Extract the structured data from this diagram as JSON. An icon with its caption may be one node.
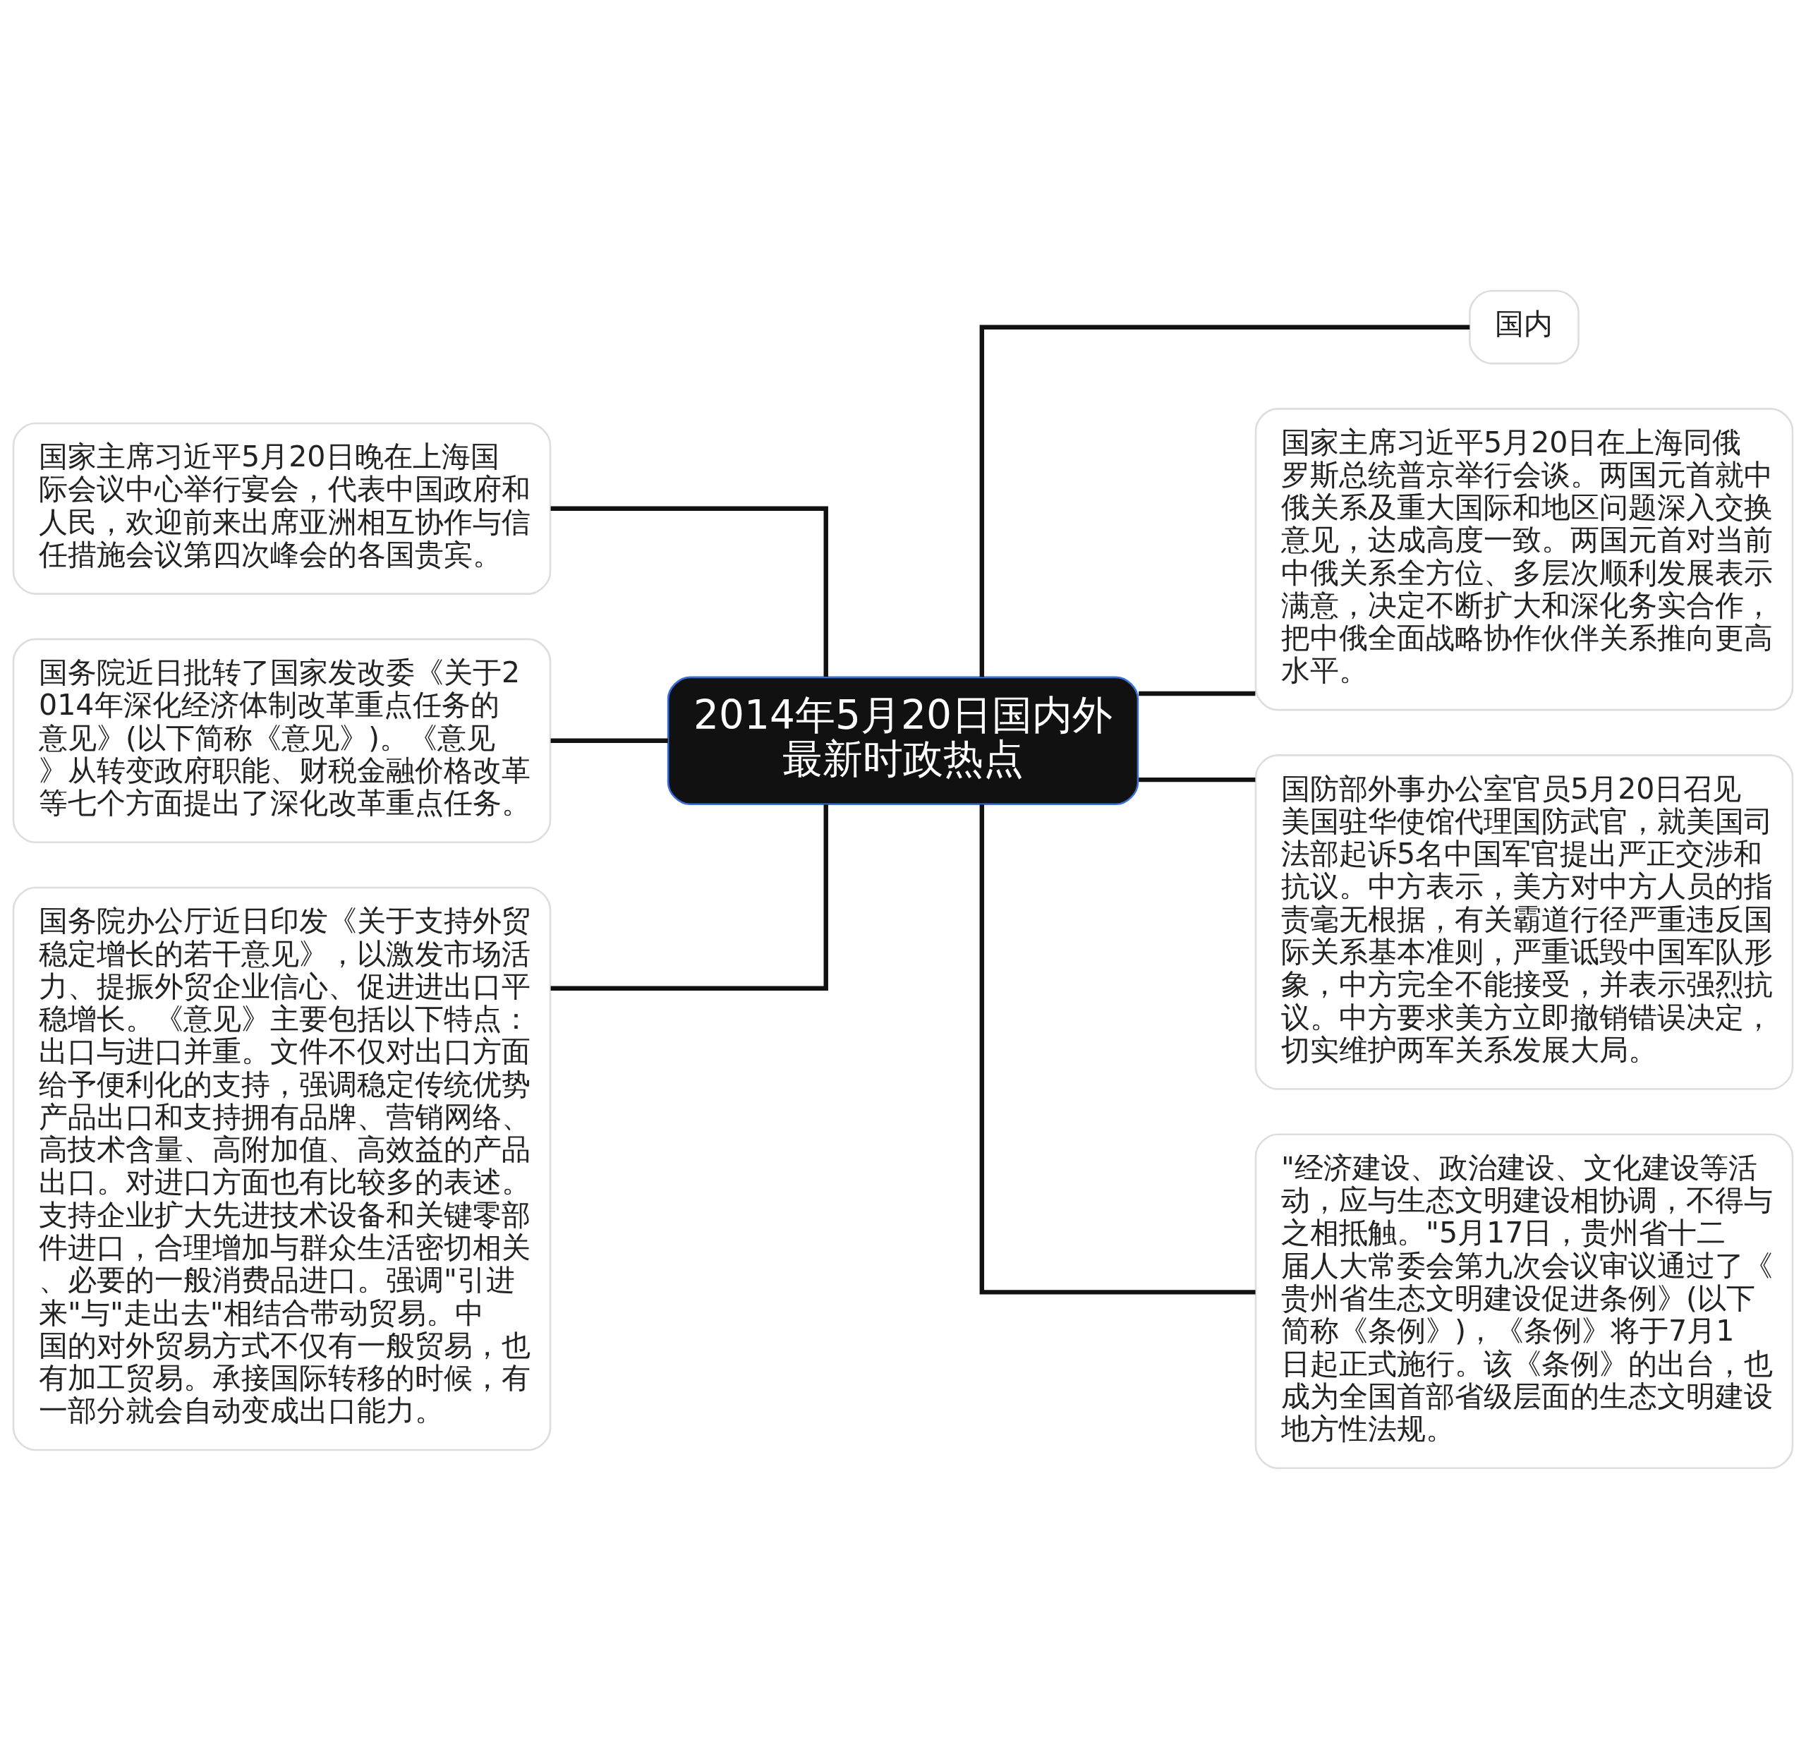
{
  "diagram": {
    "nodes": [
      {
        "text": [
          "2014年5月20日国内外最新时政热点"
        ]
      },
      {
        "text": [
          "国家主席习近平5月20日晚在上海国际会议中心举行宴会，代表中国政府和人民，欢迎前来出席亚洲相互协作与信任措施会议第四次峰会的各国贵宾。"
        ]
      },
      {
        "text": [
          "国务院近日批转了国家发改委《关于2014年深化经济体制改革重点任务的意见》(以下简称《意见》)。《意见》从转变政府职能、财税金融价格改革等七个方面提出了深化改革重点任务。"
        ]
      },
      {
        "text": [
          "国务院办公厅近日印发《关于支持外贸稳定增长的若干意见》，以激发市场活力、提振外贸企业信心、促进进出口平稳增长。《意见》主要包括以下特点：出口与进口并重。文件不仅对出口方面给予便利化的支持，强调稳定传统优势产品出口和支持拥有品牌、营销网络、高技术含量、高附加值、高效益的产品出口。对进口方面也有比较多的表述。支持企业扩大先进技术设备和关键零部件进口，合理增加与群众生活密切相关、必要的一般消费品进口。强调\"引进来\"与\"走出去\"相结合带动贸易。中国的对外贸易方式不仅有一般贸易，也有加工贸易。承接国际转移的时候，有一部分就会自动变成出口能力。"
        ]
      },
      {
        "text": [
          "国内"
        ]
      },
      {
        "text": [
          "国家主席习近平5月20日在上海同俄罗斯总统普京举行会谈。两国元首就中俄关系及重大国际和地区问题深入交换意见，达成高度一致。两国元首对当前中俄关系全方位、多层次顺利发展表示满意，决定不断扩大和深化务实合作，把中俄全面战略协作伙伴关系推向更高水平。"
        ]
      },
      {
        "text": [
          "国防部外事办公室官员5月20日召见美国驻华使馆代理国防武官，就美国司法部起诉5名中国军官提出严正交涉和抗议。中方表示，美方对中方人员的指责毫无根据，有关霸道行径严重违反国际关系基本准则，严重诋毁中国军队形象，中方完全不能接受，并表示强烈抗议。中方要求美方立即撤销错误决定，切实维护两军关系发展大局。"
        ]
      },
      {
        "text": [
          "\"经济建设、政治建设、文化建设等活动，应与生态文明建设相协调，不得与之相抵触。\"5月17日，贵州省十二届人大常委会第九次会议审议通过了《贵州省生态文明建设促进条例》(以下简称《条例》)，《条例》将于7月1日起正式施行。该《条例》的出台，也成为全国首部省级层面的生态文明建设地方性法规。"
        ]
      }
    ],
    "edges": [
      {
        "from": 1,
        "to": 0,
        "arrow": "none"
      },
      {
        "from": 2,
        "to": 0,
        "arrow": "none"
      },
      {
        "from": 3,
        "to": 0,
        "arrow": "none"
      },
      {
        "from": 0,
        "to": 4,
        "arrow": "none"
      },
      {
        "from": 0,
        "to": 5,
        "arrow": "none"
      },
      {
        "from": 0,
        "to": 6,
        "arrow": "none"
      },
      {
        "from": 0,
        "to": 7,
        "arrow": "none"
      }
    ]
  }
}
